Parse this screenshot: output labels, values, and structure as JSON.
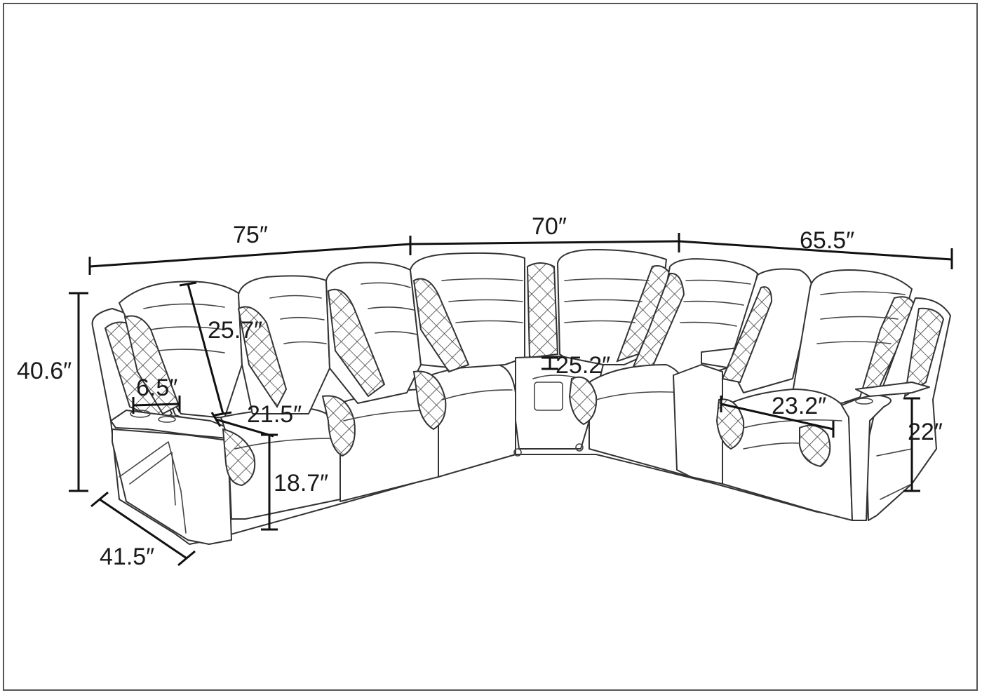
{
  "dimensions": {
    "width_left": "75″",
    "width_center": "70″",
    "width_right": "65.5″",
    "height_overall": "40.6″",
    "depth": "41.5″",
    "back_height": "25.7″",
    "cup_holder_width": "6.5″",
    "seat_depth": "21.5″",
    "seat_height": "18.7″",
    "corner_seat_depth": "25.2″",
    "seat_width": "23.2″",
    "arm_height": "22″"
  }
}
